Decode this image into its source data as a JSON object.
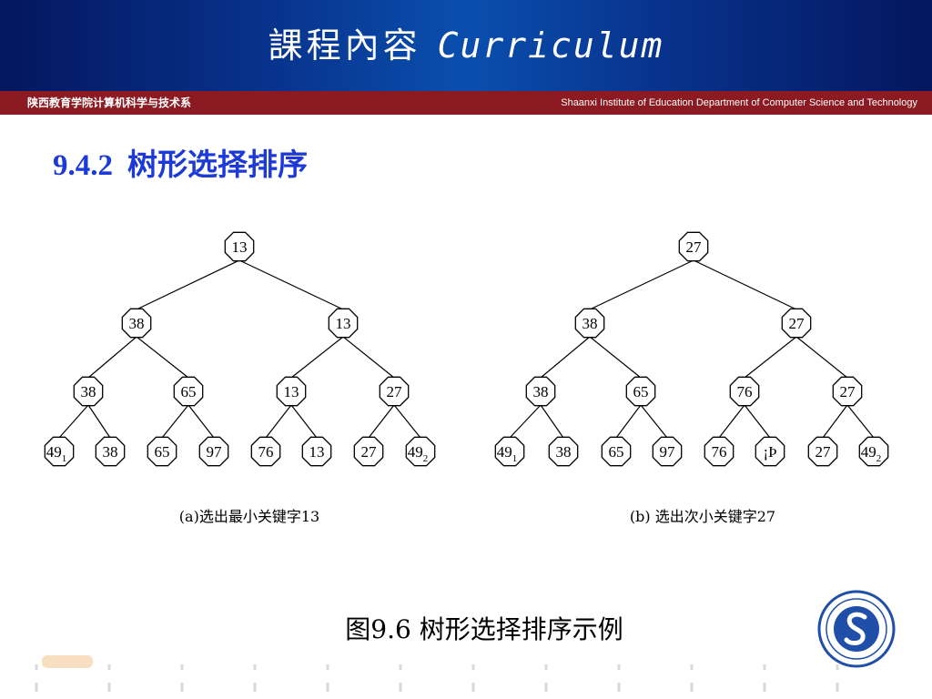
{
  "header": {
    "title_cn": "課程內容",
    "title_en": "Curriculum",
    "org_cn": "陕西教育学院计算机科学与技术系",
    "org_en": "Shaanxi Institute of Education  Department of Computer Science and Technology"
  },
  "slide": {
    "section_number": "9.4.2",
    "section_title": "树形选择排序",
    "figure_caption": "图9.6 树形选择排序示例"
  },
  "trees": [
    {
      "caption": "(a)选出最小关键字13",
      "levels": [
        [
          "13"
        ],
        [
          "38",
          "13"
        ],
        [
          "38",
          "65",
          "13",
          "27"
        ],
        [
          {
            "v": "49",
            "sub": "1"
          },
          {
            "v": "38"
          },
          {
            "v": "65"
          },
          {
            "v": "97"
          },
          {
            "v": "76"
          },
          {
            "v": "13"
          },
          {
            "v": "27"
          },
          {
            "v": "49",
            "sub": "2"
          }
        ]
      ]
    },
    {
      "caption": "(b) 选出次小关键字27",
      "levels": [
        [
          "27"
        ],
        [
          "38",
          "27"
        ],
        [
          "38",
          "65",
          "76",
          "27"
        ],
        [
          {
            "v": "49",
            "sub": "1"
          },
          {
            "v": "38"
          },
          {
            "v": "65"
          },
          {
            "v": "97"
          },
          {
            "v": "76"
          },
          {
            "v": "¡Þ"
          },
          {
            "v": "27"
          },
          {
            "v": "49",
            "sub": "2"
          }
        ]
      ]
    }
  ],
  "colors": {
    "banner": "#08348e",
    "strip": "#8b1a22",
    "title": "#1e3ad6",
    "logo": "#1f4fa8"
  },
  "icons": {
    "logo": "shaanxi-institute-of-education-seal"
  }
}
